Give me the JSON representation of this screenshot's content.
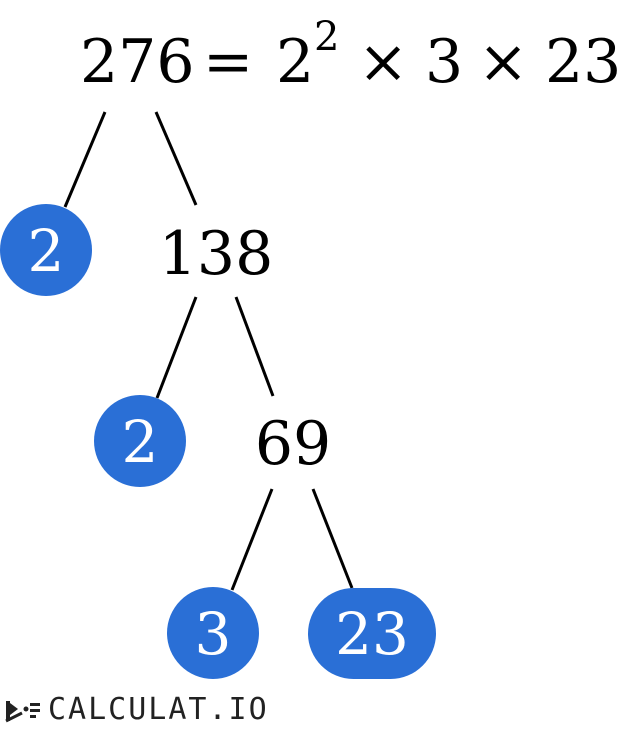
{
  "equation": {
    "number": "276",
    "equals": "=",
    "base_first": "2",
    "exponent": "2",
    "times_1": "×",
    "factor_2": "3",
    "times_2": "×",
    "factor_3": "23"
  },
  "tree": {
    "inner_nodes": [
      "138",
      "69"
    ],
    "leaves": [
      "2",
      "2",
      "3",
      "23"
    ]
  },
  "colors": {
    "leaf_fill": "#2a6fd6",
    "leaf_text": "#ffffff",
    "line": "#000000"
  },
  "logo": {
    "text": "CALCULAT.IO",
    "icon": "calculator-bot-icon"
  }
}
